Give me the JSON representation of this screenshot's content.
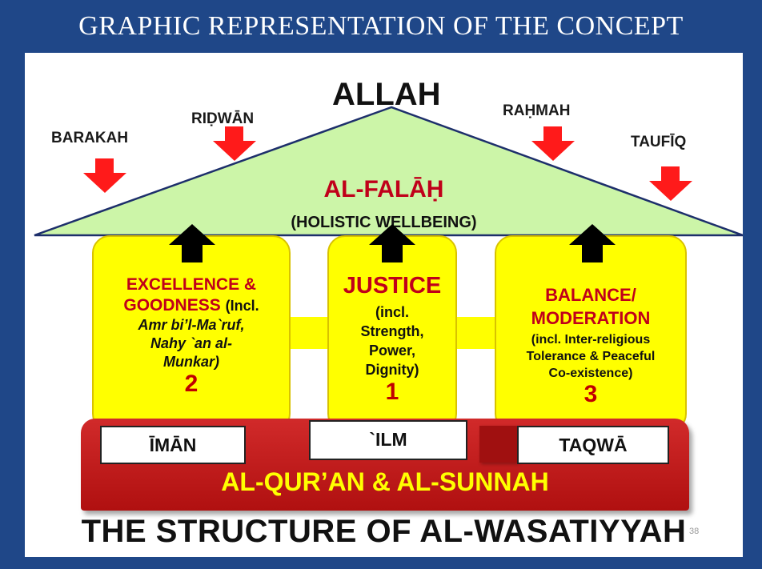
{
  "slide": {
    "title": "GRAPHIC REPRESENTATION OF THE CONCEPT",
    "number": "38"
  },
  "apex": {
    "label": "ALLAH"
  },
  "blessings": [
    "BARAKAH",
    "RIḌWĀN",
    "RAḤMAH",
    "TAUFĪQ"
  ],
  "roof": {
    "title": "AL-FALĀḤ",
    "subtitle": "(HOLISTIC WELLBEING)"
  },
  "pillars": {
    "left": {
      "heading_1": "EXCELLENCE &",
      "heading_2": "GOODNESS",
      "incl": "(Incl.",
      "line_1": "Amr  bi’l-Ma`ruf,",
      "line_2": "Nahy `an al-",
      "line_3": "Munkar)",
      "number": "2"
    },
    "center": {
      "heading": "JUSTICE",
      "line_1": "(incl.",
      "line_2": "Strength,",
      "line_3": "Power,",
      "line_4": "Dignity)",
      "number": "1"
    },
    "right": {
      "heading_1": "BALANCE/",
      "heading_2": "MODERATION",
      "line_1": "(incl. Inter-religious",
      "line_2": "Tolerance & Peaceful",
      "line_3": "Co-existence)",
      "number": "3"
    }
  },
  "foundation": {
    "boxes": [
      "ĪMĀN",
      "`ILM",
      "TAQWĀ"
    ],
    "label": "AL-QUR’AN & AL-SUNNAH"
  },
  "caption": "THE STRUCTURE OF AL-WASATIYYAH",
  "colors": {
    "background": "#1f4788",
    "roof": "#ccf5a8",
    "pillar": "#ffff00",
    "base": "#c11b1b",
    "arrow_red": "#ff1a1a",
    "heading_red": "#c0001a"
  }
}
